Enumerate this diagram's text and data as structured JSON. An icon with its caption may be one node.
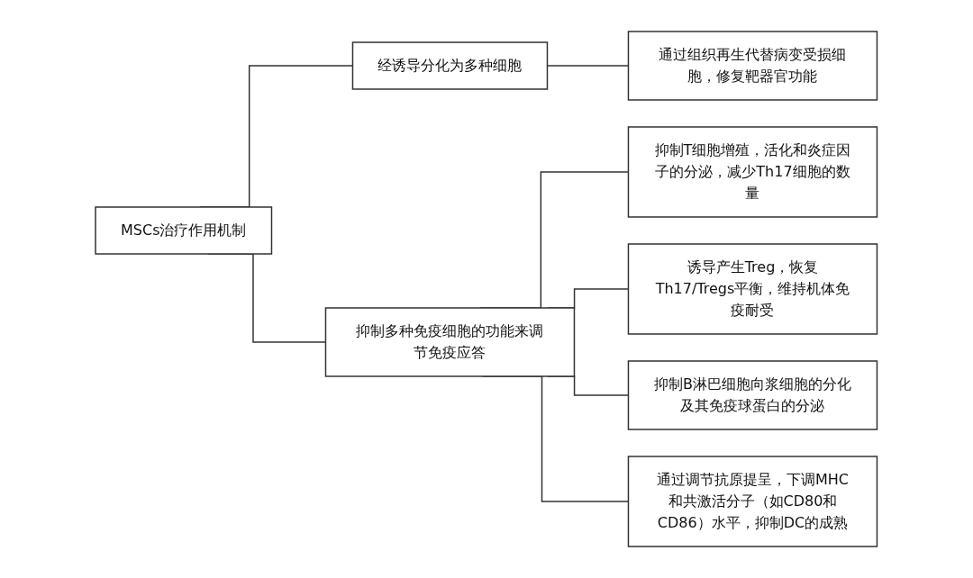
{
  "diagram": {
    "nodes": [
      {
        "text": [
          "MSCs治疗作用机制"
        ]
      },
      {
        "text": [
          "经诱导分化为多种细胞"
        ]
      },
      {
        "text": [
          "通过组织再生代替病变受损细胞，修复靶器官功能"
        ]
      },
      {
        "text": [
          "抑制多种免疫细胞的功能来调节免疫应答"
        ]
      },
      {
        "text": [
          "抑制T细胞增殖，活化和炎症因子的分泌，减少Th17细胞的数量"
        ]
      },
      {
        "text": [
          "诱导产生Treg，恢复Th17/Tregs平衡，维持机体免疫耐受"
        ]
      },
      {
        "text": [
          "抑制B淋巴细胞向浆细胞的分化及其免疫球蛋白的分泌"
        ]
      },
      {
        "text": [
          "通过调节抗原提呈，下调MHC和共激活分子（如CD80和CD86）水平，抑制DC的成熟"
        ]
      }
    ],
    "edges": [
      {
        "from": 0,
        "to": 1,
        "arrow": "none"
      },
      {
        "from": 0,
        "to": 3,
        "arrow": "none"
      },
      {
        "from": 1,
        "to": 2,
        "arrow": "none"
      },
      {
        "from": 3,
        "to": 4,
        "arrow": "none"
      },
      {
        "from": 3,
        "to": 5,
        "arrow": "none"
      },
      {
        "from": 3,
        "to": 6,
        "arrow": "none"
      },
      {
        "from": 3,
        "to": 7,
        "arrow": "none"
      }
    ]
  }
}
